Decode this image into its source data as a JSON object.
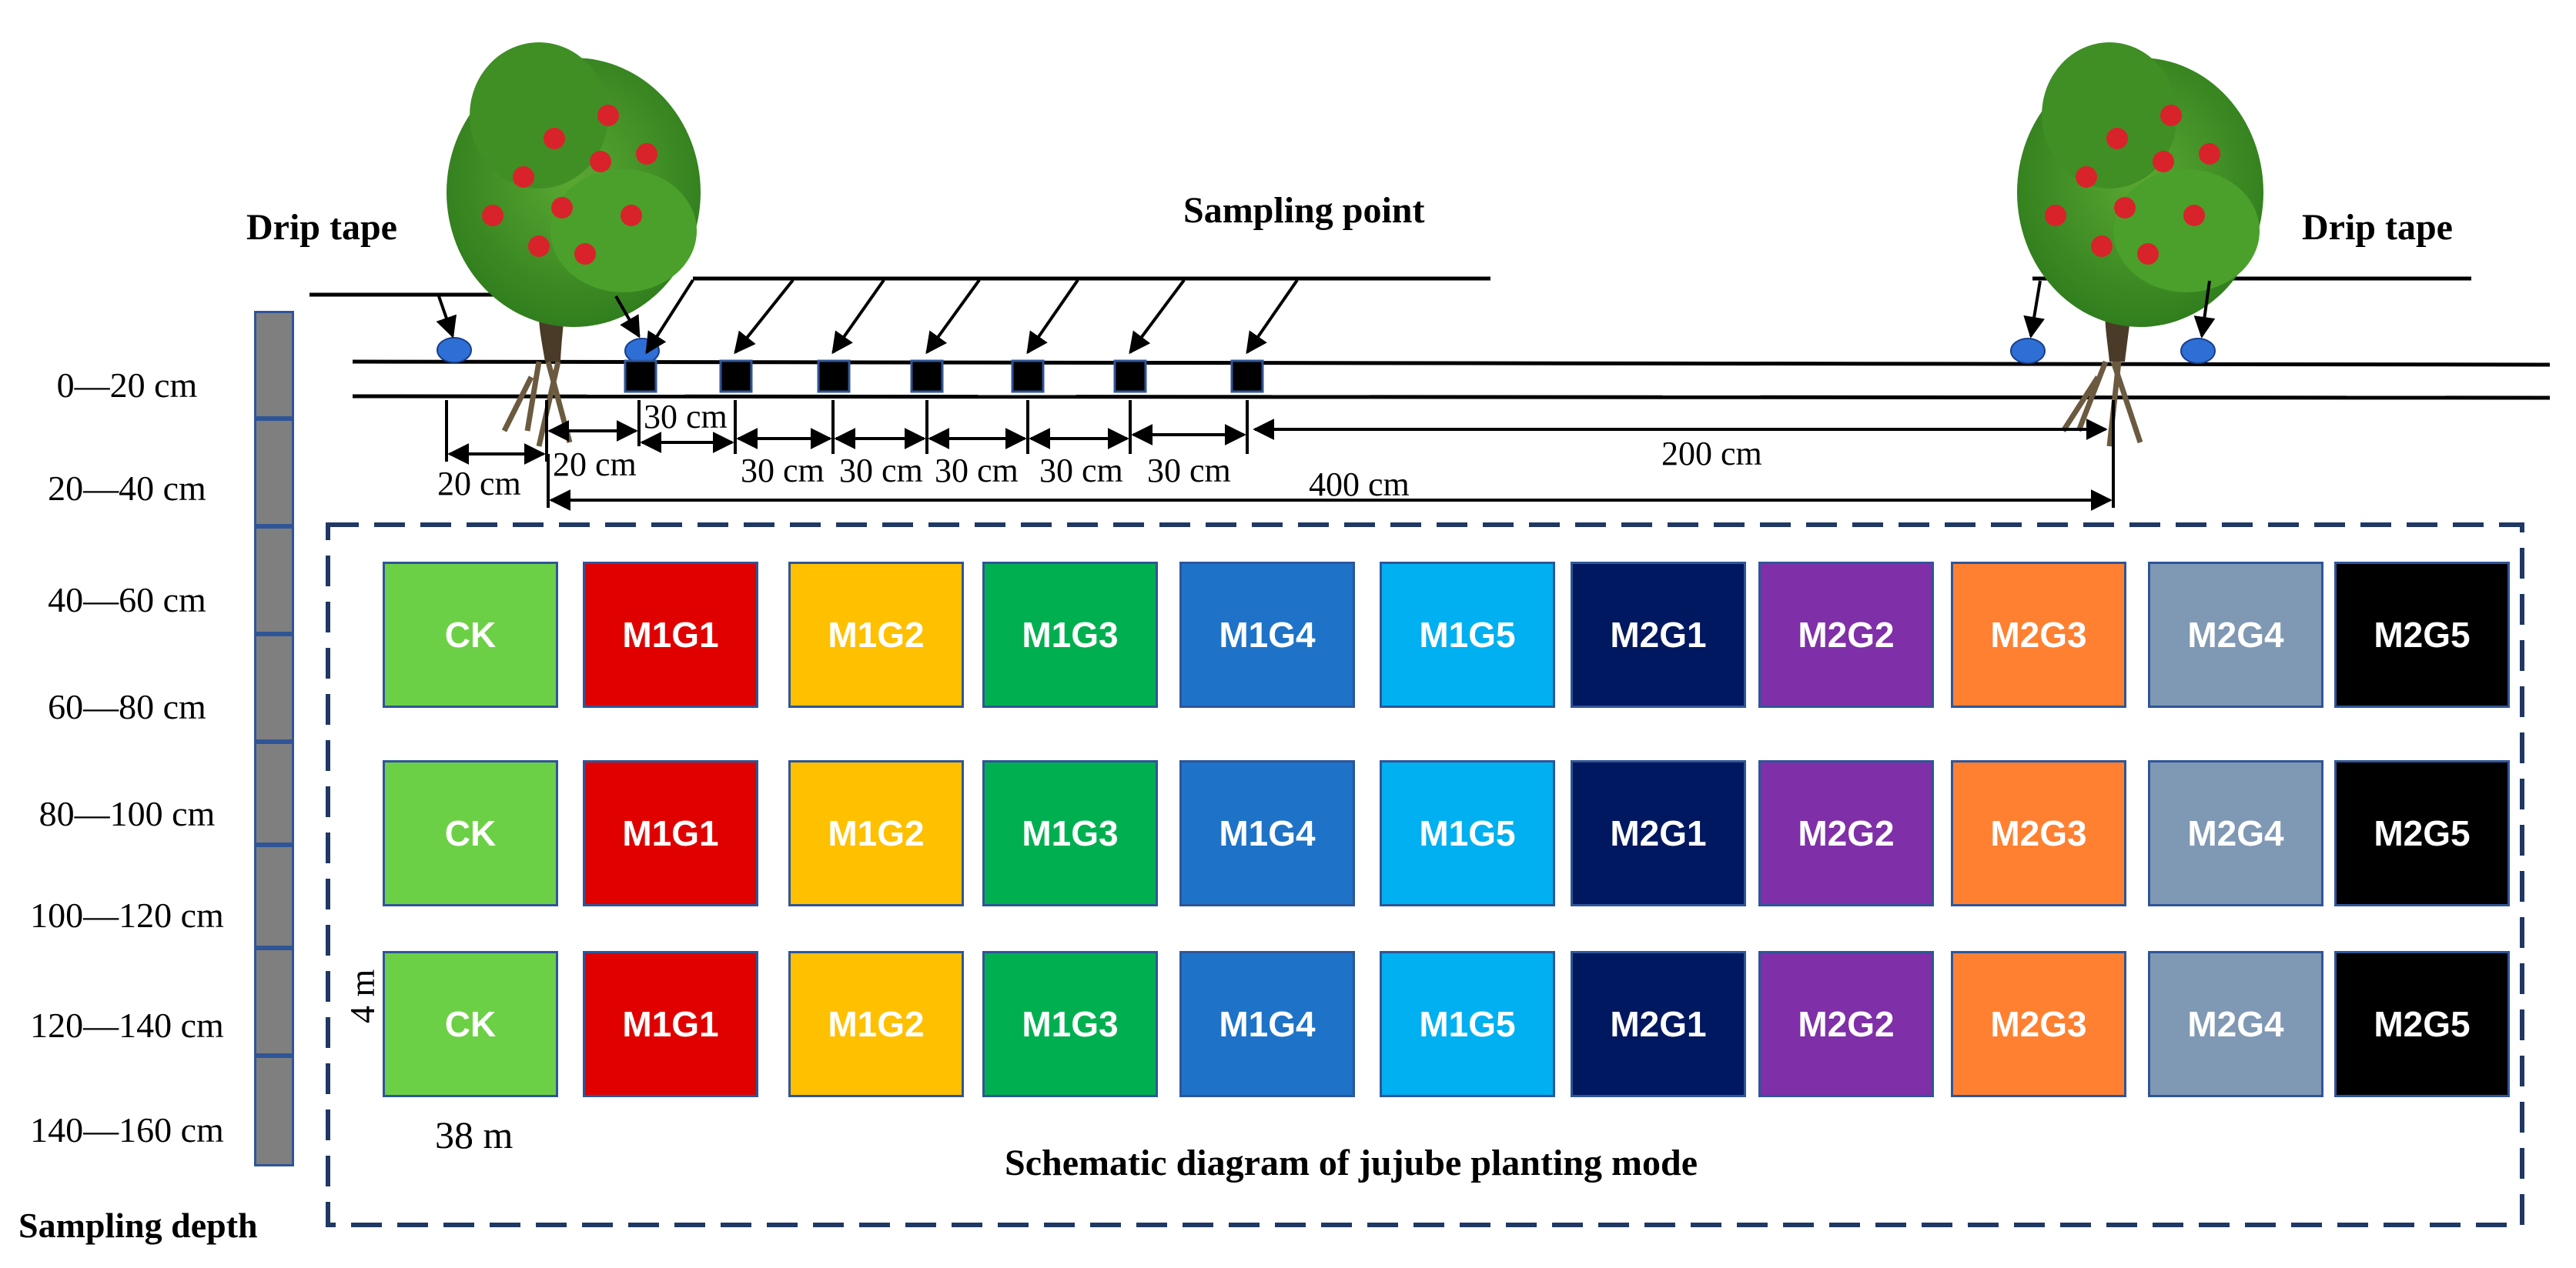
{
  "labels": {
    "drip_tape_left": "Drip tape",
    "drip_tape_right": "Drip tape",
    "sampling_point": "Sampling point",
    "sampling_depth": "Sampling depth",
    "plot_width": "38 m",
    "plot_length": "4 m",
    "caption": "Schematic diagram of jujube planting mode"
  },
  "dimensions": {
    "d20a": "20 cm",
    "d20b": "20 cm",
    "d30a": "30 cm",
    "d30b": "30 cm",
    "d30c": "30 cm",
    "d30d": "30 cm",
    "d30e": "30 cm",
    "d30f": "30 cm",
    "d200": "200 cm",
    "d400": "400 cm"
  },
  "depths": [
    "0—20 cm",
    "20—40 cm",
    "40—60 cm",
    "60—80 cm",
    "80—100 cm",
    "100—120 cm",
    "120—140 cm",
    "140—160 cm"
  ],
  "treatments": [
    "CK",
    "M1G1",
    "M1G2",
    "M1G3",
    "M1G4",
    "M1G5",
    "M2G1",
    "M2G2",
    "M2G3",
    "M2G4",
    "M2G5"
  ],
  "treatment_colors": {
    "CK": "#6cd046",
    "M1G1": "#e00000",
    "M1G2": "#ffc000",
    "M1G3": "#00b050",
    "M1G4": "#1e73c8",
    "M1G5": "#00b0f0",
    "M2G1": "#001860",
    "M2G2": "#7f2fa8",
    "M2G3": "#ff8030",
    "M2G4": "#7f98b4",
    "M2G5": "#000000"
  },
  "icons": {
    "tree": "jujube-tree-icon",
    "emitter": "drip-emitter-icon",
    "sampling_point": "sampling-point-icon"
  }
}
